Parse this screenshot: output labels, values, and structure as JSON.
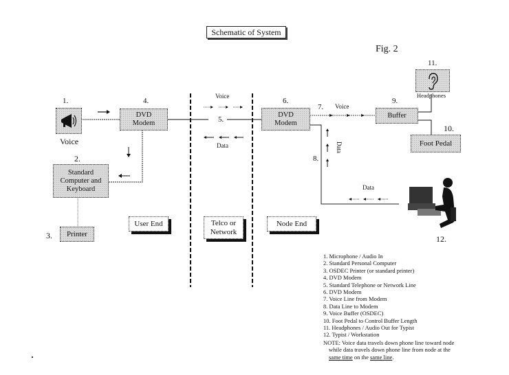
{
  "title": "Schematic of System",
  "figure_label": "Fig. 2",
  "nodes": {
    "voice": {
      "number": "1.",
      "label": "Voice"
    },
    "computer": {
      "number": "2.",
      "label": "Standard Computer and Keyboard"
    },
    "printer": {
      "number": "3.",
      "label": "Printer"
    },
    "dvd_modem_user": {
      "number": "4.",
      "label_line1": "DVD",
      "label_line2": "Modem"
    },
    "line": {
      "number": "5."
    },
    "dvd_modem_node": {
      "number": "6.",
      "label_line1": "DVD",
      "label_line2": "Modem"
    },
    "voice_line": {
      "number": "7.",
      "label": "Voice"
    },
    "data_line": {
      "number": "8.",
      "label": "Data"
    },
    "buffer": {
      "number": "9.",
      "label": "Buffer"
    },
    "foot_pedal": {
      "number": "10.",
      "label": "Foot Pedal"
    },
    "headphones": {
      "number": "11.",
      "label": "Headphones"
    },
    "typist": {
      "number": "12."
    }
  },
  "computer_lines": [
    "Standard",
    "Computer and",
    "Keyboard"
  ],
  "network_labels": {
    "voice": "Voice",
    "data": "Data",
    "bottom_data": "Data"
  },
  "zones": {
    "user_end": "User End",
    "telco_line1": "Telco or",
    "telco_line2": "Network",
    "node_end": "Node End"
  },
  "legend": [
    "1.   Microphone / Audio In",
    "2.   Standard Personal Computer",
    "3.   OSDEC Printer (or standard printer)",
    "4.   DVD Modem",
    "5.   Standard Telephone or Network Line",
    "6.   DVD Modem",
    "7.   Voice Line from Modem",
    "8.   Data Line to Modem",
    "9.   Voice Buffer (OSDEC)",
    "10. Foot Pedal to Control Buffer Length",
    "11. Headphones / Audio Out for Typist",
    "12. Typist / Workstation"
  ],
  "note": {
    "line1": "NOTE: Voice data travels down phone line toward node",
    "line2": "while data travels down phone line from node at the",
    "same_time": "same time",
    "on_the": " on the ",
    "same_line": "same line",
    "end": "."
  }
}
